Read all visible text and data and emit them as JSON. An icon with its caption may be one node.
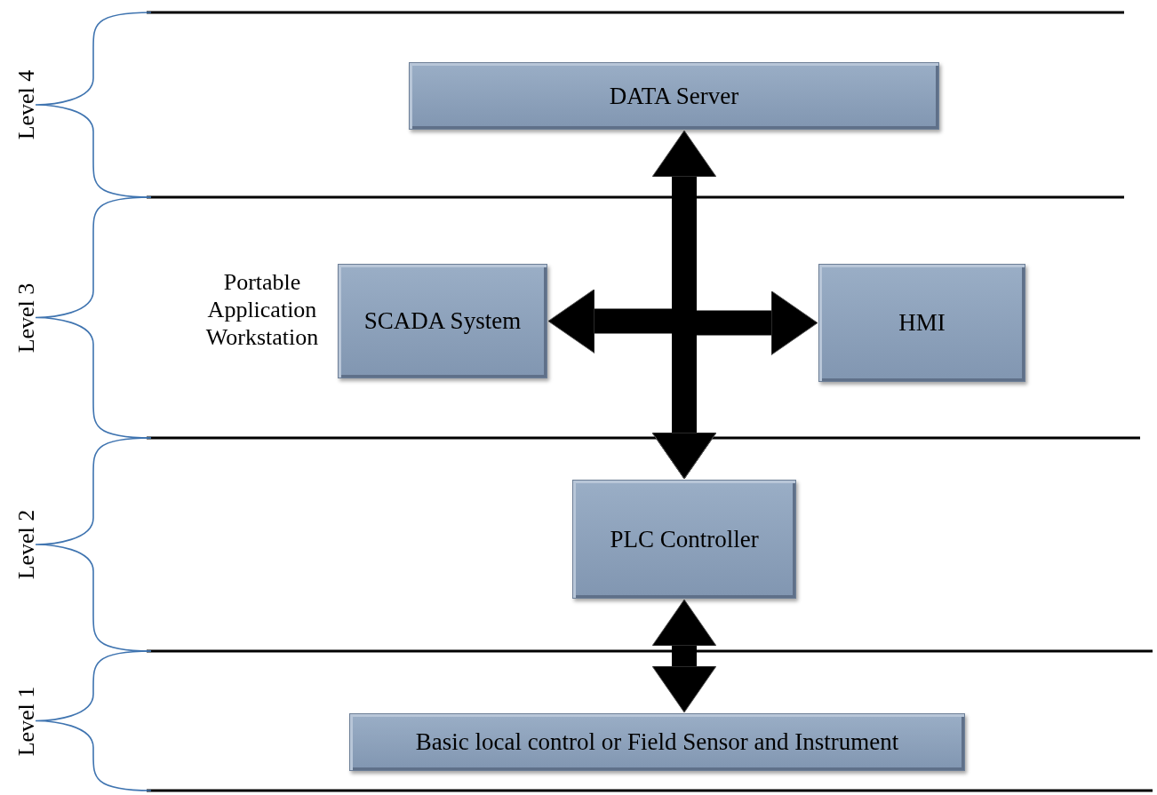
{
  "diagram": {
    "nodes": [
      {
        "text": [
          "DATA Server"
        ]
      },
      {
        "text": [
          "SCADA System"
        ],
        "beside": [
          "Portable Application Workstation"
        ]
      },
      {
        "text": [
          "HMI"
        ]
      },
      {
        "text": [
          "PLC Controller"
        ]
      },
      {
        "text": [
          "Basic local control or Field Sensor and Instrument"
        ]
      }
    ],
    "edges": [
      {
        "from": 3,
        "to": 0,
        "arrow": "both"
      },
      {
        "from": 3,
        "to": 1,
        "arrow": "both"
      },
      {
        "from": 3,
        "to": 2,
        "arrow": "both"
      },
      {
        "from": 3,
        "to": 4,
        "arrow": "both"
      }
    ],
    "labels": [
      "Level 4",
      "Level 3",
      "Level 2",
      "Level 1"
    ]
  }
}
